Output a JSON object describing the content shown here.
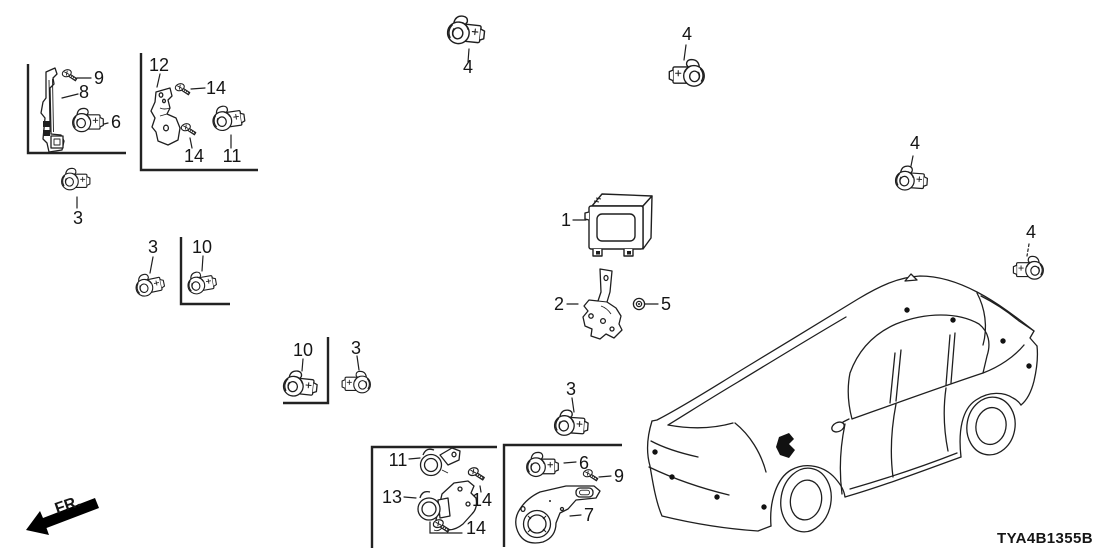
{
  "diagram": {
    "code": "TYA4B1355B",
    "direction_label": "FR.",
    "background_color": "#ffffff",
    "line_color": "#1f1f1f"
  },
  "callouts": [
    {
      "label": "9"
    },
    {
      "label": "8"
    },
    {
      "label": "6"
    },
    {
      "label": "3"
    },
    {
      "label": "12"
    },
    {
      "label": "14"
    },
    {
      "label": "14"
    },
    {
      "label": "11"
    },
    {
      "label": "3"
    },
    {
      "label": "10"
    },
    {
      "label": "10"
    },
    {
      "label": "3"
    },
    {
      "label": "4"
    },
    {
      "label": "4"
    },
    {
      "label": "4"
    },
    {
      "label": "4"
    },
    {
      "label": "1"
    },
    {
      "label": "2"
    },
    {
      "label": "5"
    },
    {
      "label": "3"
    },
    {
      "label": "11"
    },
    {
      "label": "13"
    },
    {
      "label": "14"
    },
    {
      "label": "14"
    },
    {
      "label": "6"
    },
    {
      "label": "9"
    },
    {
      "label": "7"
    }
  ]
}
